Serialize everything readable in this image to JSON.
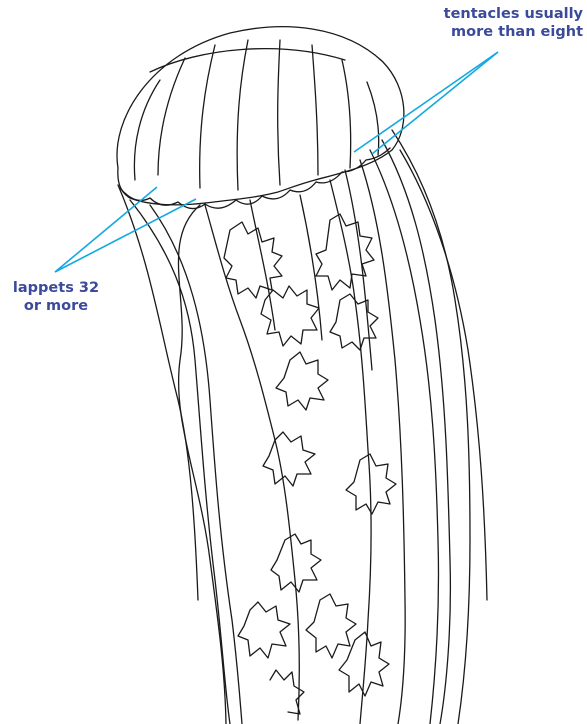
{
  "colors": {
    "label_text": "#3b4a9a",
    "leader_line": "#12a9e0",
    "ink": "#1a1a1a",
    "background": "#ffffff"
  },
  "labels": {
    "tentacles": {
      "line1": "tentacles usually",
      "line2": "more than eight"
    },
    "lappets": {
      "line1": "lappets 32",
      "line2": "or more"
    }
  },
  "figure": {
    "subject": "jellyfish-line-drawing"
  }
}
